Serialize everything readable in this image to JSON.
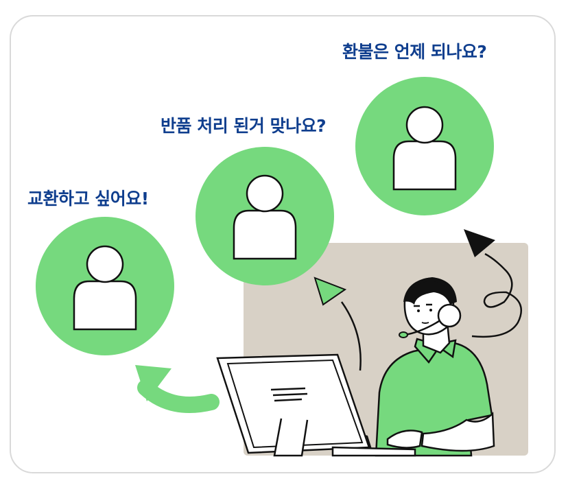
{
  "bubbles": [
    {
      "text": "교환하고 싶어요!",
      "icon": "customer-avatar-icon"
    },
    {
      "text": "반품 처리 된거 맞나요?",
      "icon": "customer-avatar-icon"
    },
    {
      "text": "환불은 언제 되나요?",
      "icon": "customer-avatar-icon"
    }
  ],
  "monitor": {
    "icon": "text-lines-icon"
  },
  "colors": {
    "question_text": "#0f3e8e",
    "avatar_circle": "#76d97e",
    "backdrop": "#d8d1c6",
    "agent_shirt": "#76d97e",
    "outline": "#111111",
    "card_border": "#d9d9d9"
  }
}
